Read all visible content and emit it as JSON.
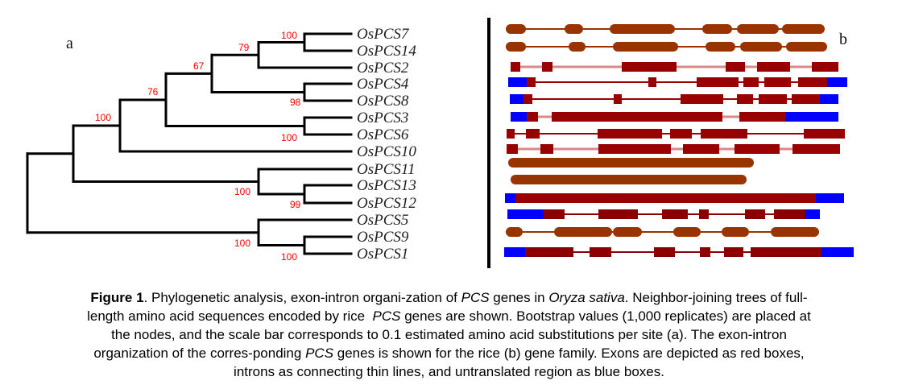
{
  "figure": {
    "panel_a_label": "a",
    "panel_b_label": "b",
    "leaves": [
      "OsPCS7",
      "OsPCS14",
      "OsPCS2",
      "OsPCS4",
      "OsPCS8",
      "OsPCS3",
      "OsPCS6",
      "OsPCS10",
      "OsPCS11",
      "OsPCS13",
      "OsPCS12",
      "OsPCS5",
      "OsPCS9",
      "OsPCS1"
    ],
    "bootstrap": {
      "n7_14": "100",
      "n79": "79",
      "n67": "67",
      "n76": "76",
      "n100a": "100",
      "n4_8": "98",
      "n3_6": "100",
      "n11_13_12": "100",
      "n13_12": "99",
      "n5_9_1": "100",
      "n9_1": "100"
    },
    "colors": {
      "exon": "#990000",
      "exon_alt": "#993300",
      "utr": "#0000ff",
      "intron_pink": "#d9898a",
      "tree": "#000000",
      "bootstrap": "#ff0000"
    }
  },
  "caption": {
    "l1": [
      "Figure 1",
      ". Phylogenetic analysis, exon-intron organi-zation of ",
      "PCS",
      " genes in ",
      "Oryza sativa",
      ". Neighbor-joining trees of full-"
    ],
    "l2": [
      "length amino acid sequences encoded by rice  ",
      "PCS",
      " genes are shown. Bootstrap values (1,000 replicates) are placed at"
    ],
    "l3": [
      "the nodes, and the scale bar corresponds to 0.1 estimated amino acid substitutions per site (a). The exon-intron"
    ],
    "l4": [
      "organization of the corres-ponding ",
      "PCS",
      " genes is shown for the rice (b) gene family. Exons are depicted as red boxes,"
    ],
    "l5": [
      "introns as connecting thin lines, and untranslated region as blue boxes."
    ]
  }
}
